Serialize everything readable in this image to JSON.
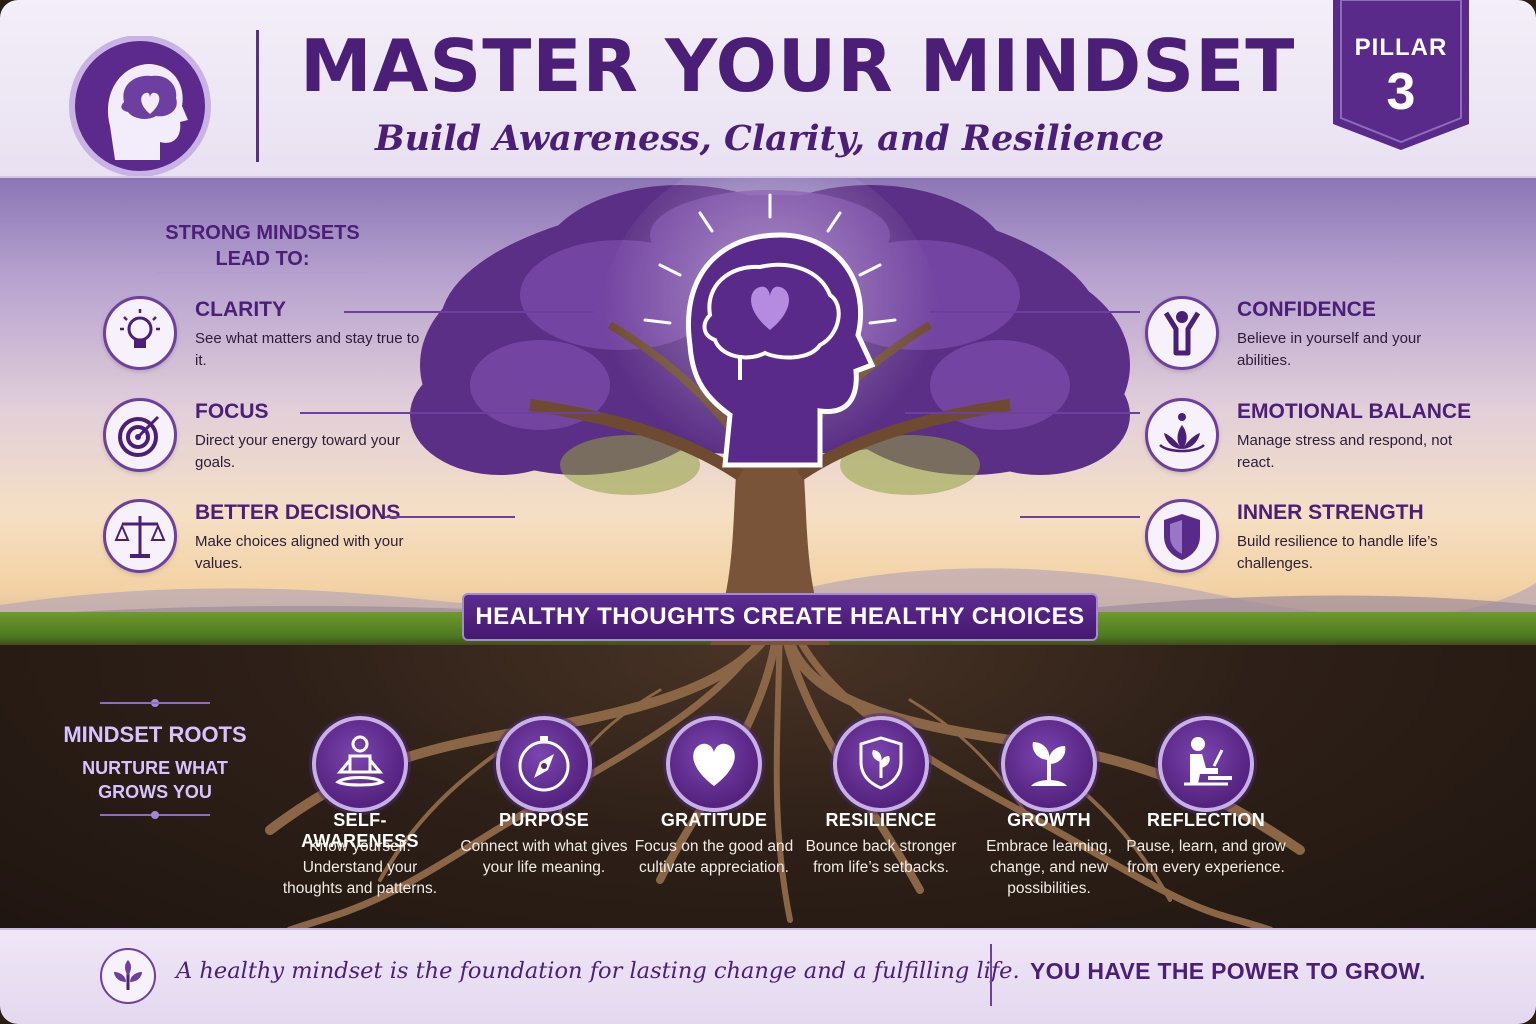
{
  "header": {
    "title": "MASTER YOUR MINDSET",
    "subtitle": "Build Awareness, Clarity, and Resilience",
    "pillar_label": "PILLAR",
    "pillar_number": "3"
  },
  "left_panel": {
    "heading_line1": "STRONG MINDSETS",
    "heading_line2": "LEAD TO:",
    "items": [
      {
        "title": "CLARITY",
        "desc": "See what matters and stay true to it.",
        "icon": "lightbulb-icon"
      },
      {
        "title": "FOCUS",
        "desc": "Direct your energy toward your goals.",
        "icon": "target-icon"
      },
      {
        "title": "BETTER DECISIONS",
        "desc": "Make choices aligned with your values.",
        "icon": "scales-icon"
      }
    ]
  },
  "right_panel": {
    "items": [
      {
        "title": "CONFIDENCE",
        "desc": "Believe in yourself and your abilities.",
        "icon": "person-arms-up-icon"
      },
      {
        "title": "EMOTIONAL BALANCE",
        "desc": "Manage stress and respond, not react.",
        "icon": "lotus-icon"
      },
      {
        "title": "INNER STRENGTH",
        "desc": "Build resilience to handle life’s challenges.",
        "icon": "shield-icon"
      }
    ]
  },
  "banner": "HEALTHY THOUGHTS CREATE HEALTHY CHOICES",
  "roots": {
    "heading": "MINDSET ROOTS",
    "sub_line1": "NURTURE WHAT",
    "sub_line2": "GROWS YOU",
    "items": [
      {
        "title": "SELF-AWARENESS",
        "desc": "Know yourself. Understand your thoughts and patterns.",
        "icon": "meditation-icon"
      },
      {
        "title": "PURPOSE",
        "desc": "Connect with what gives your life meaning.",
        "icon": "compass-icon"
      },
      {
        "title": "GRATITUDE",
        "desc": "Focus on the good and cultivate appreciation.",
        "icon": "heart-icon"
      },
      {
        "title": "RESILIENCE",
        "desc": "Bounce back stronger from life’s setbacks.",
        "icon": "shield-leaf-icon"
      },
      {
        "title": "GROWTH",
        "desc": "Embrace learning, change, and new possibilities.",
        "icon": "sprout-icon"
      },
      {
        "title": "REFLECTION",
        "desc": "Pause, learn, and grow from every experience.",
        "icon": "person-writing-icon"
      }
    ]
  },
  "footer": {
    "quote": "A healthy mindset is the foundation for lasting change and a fulfilling life.",
    "cta": "YOU HAVE THE POWER TO GROW."
  },
  "colors": {
    "brand_purple": "#4b1f78",
    "accent_purple": "#6d3fa0",
    "light_lavender": "#e9e1f1"
  }
}
